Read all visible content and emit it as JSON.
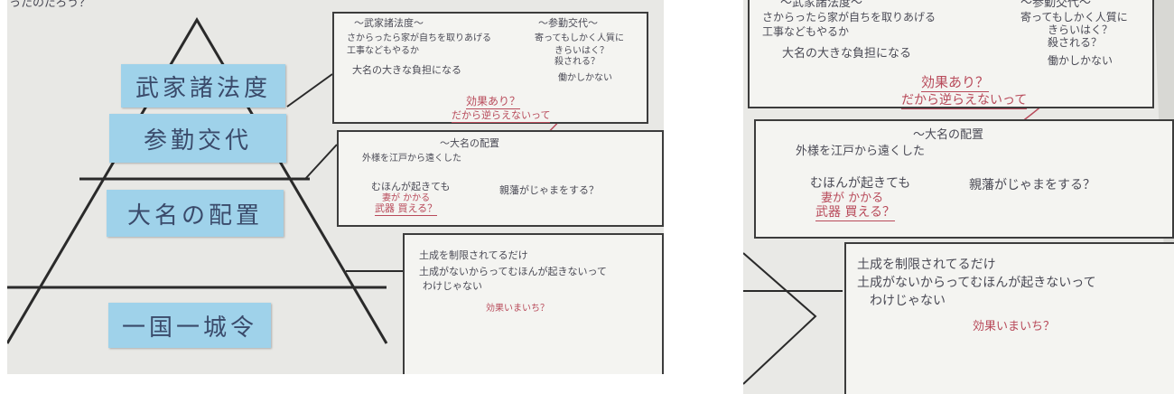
{
  "left_photo": {
    "top_fragment": "ったのだろう？",
    "pyramid_labels": [
      "武家諸法度",
      "参勤交代",
      "大名の配置",
      "一国一城令"
    ],
    "box1": {
      "head_left": "〜武家諸法度〜",
      "head_right": "〜参勤交代〜",
      "left_lines": [
        "さからったら家が自ちを取りあげる",
        "工事などもやるか",
        "大名の大きな負担になる"
      ],
      "right_lines": [
        "寄ってもしかく人質に",
        "きらいはく？",
        "殺される？",
        "働かしかない"
      ],
      "center_red": "効果あり？",
      "center_red2": "だから逆らえないって"
    },
    "box2": {
      "title": "〜大名の配置",
      "line1": "外様を江戸から遠くした",
      "line2": "むほんが起きても",
      "line3": "妻が かかる",
      "line4": "武器 買える？",
      "right_red": "親藩がじゃまをする？"
    },
    "box3": {
      "line1": "土成を制限されてるだけ",
      "line2": "土成がないからってむほんが起きないって",
      "line3": "わけじゃない",
      "red": "効果いまいち？"
    }
  },
  "right_photo": {
    "box1": {
      "head_left": "〜武家諸法度〜",
      "head_right": "〜参勤交代〜",
      "left_lines": [
        "さからったら家が自ちを取りあげる",
        "工事などもやるか",
        "大名の大きな負担になる"
      ],
      "right_lines": [
        "寄ってもしかく人質に",
        "きらいはく？",
        "殺される？",
        "働かしかない"
      ],
      "center_red": "効果あり？",
      "center_red2": "だから逆らえないって"
    },
    "box2": {
      "title": "〜大名の配置",
      "line1": "外様を江戸から遠くした",
      "line2": "むほんが起きても",
      "line3": "妻が かかる",
      "line4": "武器 買える？",
      "right_red": "親藩がじゃまをする？"
    },
    "box3": {
      "line1": "土成を制限されてるだけ",
      "line2": "土成がないからってむほんが起きないって",
      "line3": "わけじゃない",
      "red": "効果いまいち？"
    }
  },
  "colors": {
    "sticky_note": "#9fd2ea",
    "ink_red": "#b84a5a",
    "pencil": "#4a4a55",
    "paper": "#e6e6e3"
  }
}
